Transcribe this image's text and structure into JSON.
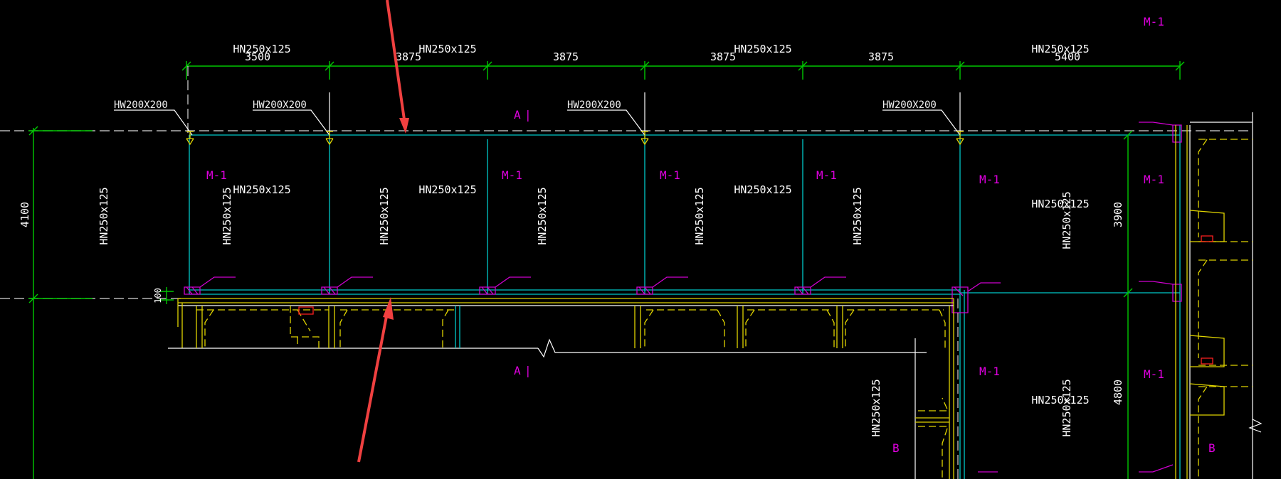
{
  "labels": {
    "beam": "HN250x125",
    "column": "HW200X200",
    "door": "M-1",
    "section_a": "A",
    "section_b": "B",
    "sec_bar": "|"
  },
  "dimensions": {
    "top": [
      "3500",
      "3875",
      "3875",
      "3875",
      "3875",
      "5400"
    ],
    "left": "4100",
    "small": "100",
    "right_upper": "3900",
    "right_lower": "4800"
  },
  "colors": {
    "background": "#000000",
    "dimension": "#00c800",
    "beam_line": "#00c8c8",
    "wall": "#e0d400",
    "door_tag": "#e000e0",
    "annotation_arrow": "#f04040"
  }
}
